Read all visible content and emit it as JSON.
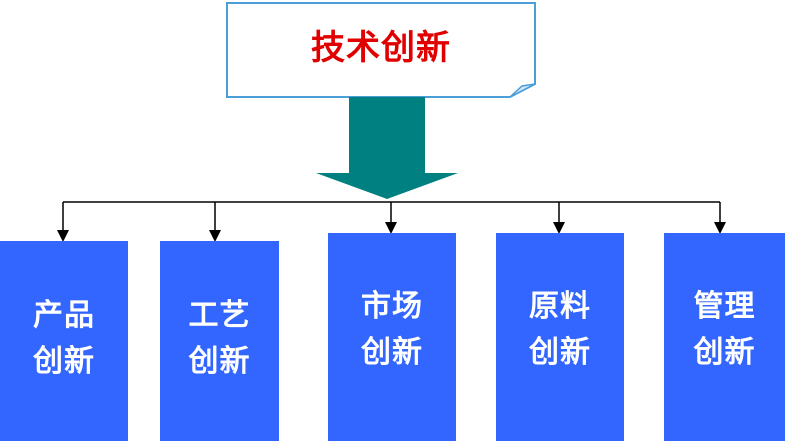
{
  "root": {
    "label": "技术创新"
  },
  "children": [
    {
      "line1": "产品",
      "line2": "创新"
    },
    {
      "line1": "工艺",
      "line2": "创新"
    },
    {
      "line1": "市场",
      "line2": "创新"
    },
    {
      "line1": "原料",
      "line2": "创新"
    },
    {
      "line1": "管理",
      "line2": "创新"
    }
  ],
  "colors": {
    "root_text": "#e00000",
    "root_border": "#4a9fd8",
    "big_arrow": "#008080",
    "child_fill": "#3366ff",
    "child_text": "#ffffff",
    "connector": "#000000"
  }
}
